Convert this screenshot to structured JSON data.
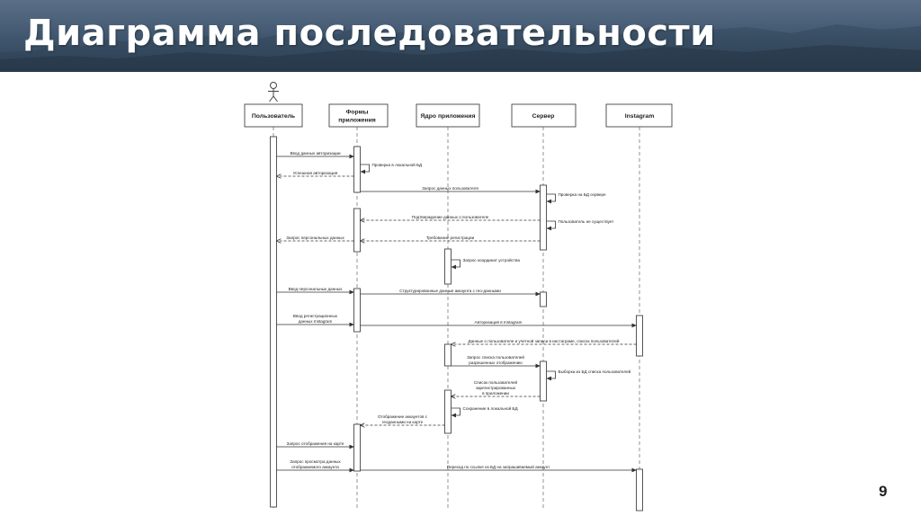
{
  "slide": {
    "title": "Диаграмма последовательности",
    "page_number": "9",
    "accent_color": "#3f556d"
  },
  "diagram": {
    "participants": [
      {
        "id": "user",
        "label": [
          "Пользователь"
        ],
        "icon": "actor-icon"
      },
      {
        "id": "forms",
        "label": [
          "Формы",
          "приложения"
        ]
      },
      {
        "id": "core",
        "label": [
          "Ядро приложения"
        ]
      },
      {
        "id": "server",
        "label": [
          "Сервер"
        ]
      },
      {
        "id": "insta",
        "label": [
          "Instagram"
        ]
      }
    ],
    "messages": [
      {
        "from": "user",
        "to": "forms",
        "type": "sync",
        "label": [
          "Ввод данных авторизации"
        ]
      },
      {
        "from": "forms",
        "to": "forms",
        "type": "self",
        "label": [
          "Проверка в локальной БД"
        ]
      },
      {
        "from": "forms",
        "to": "user",
        "type": "return",
        "label": [
          "Успешная авторизация"
        ]
      },
      {
        "from": "forms",
        "to": "server",
        "type": "sync",
        "label": [
          "Запрос данных пользователя"
        ]
      },
      {
        "from": "server",
        "to": "server",
        "type": "self",
        "label": [
          "Проверка на БД сервере"
        ]
      },
      {
        "from": "server",
        "to": "forms",
        "type": "return",
        "label": [
          "Подтверждение данных о пользователе"
        ]
      },
      {
        "from": "server",
        "to": "server",
        "type": "self",
        "label": [
          "Пользователь не существует"
        ]
      },
      {
        "from": "server",
        "to": "forms",
        "type": "return",
        "label": [
          "Требование регистрации"
        ]
      },
      {
        "from": "forms",
        "to": "user",
        "type": "return",
        "label": [
          "Запрос персональных данных"
        ]
      },
      {
        "from": "core",
        "to": "core",
        "type": "self",
        "label": [
          "Запрос координат устройства"
        ]
      },
      {
        "from": "user",
        "to": "forms",
        "type": "sync",
        "label": [
          "Ввод персональных данных"
        ]
      },
      {
        "from": "forms",
        "to": "server",
        "type": "sync",
        "label": [
          "Структурированные данные аккаунта с гео-данными"
        ]
      },
      {
        "from": "user",
        "to": "forms",
        "type": "sync",
        "label": [
          "Ввод регистрационных",
          "данных Instagram"
        ]
      },
      {
        "from": "forms",
        "to": "insta",
        "type": "sync",
        "label": [
          "Авторизация в Instagram"
        ]
      },
      {
        "from": "insta",
        "to": "core",
        "type": "return",
        "label": [
          "Данные о пользователе и учетной записи в инстаграме, список пользователей"
        ]
      },
      {
        "from": "core",
        "to": "server",
        "type": "sync",
        "label": [
          "Запрос списка пользователей",
          "разрешенных отображению"
        ]
      },
      {
        "from": "server",
        "to": "server",
        "type": "self",
        "label": [
          "Выборка из БД списка пользователей"
        ]
      },
      {
        "from": "server",
        "to": "core",
        "type": "return",
        "label": [
          "Список пользователей",
          "зарегистрированных",
          "в приложении"
        ]
      },
      {
        "from": "core",
        "to": "core",
        "type": "self",
        "label": [
          "Сохранение в локальной БД"
        ]
      },
      {
        "from": "core",
        "to": "forms",
        "type": "return",
        "label": [
          "Отображение аккаунтов с",
          "геоданными на карте"
        ]
      },
      {
        "from": "user",
        "to": "forms",
        "type": "sync",
        "label": [
          "Запрос отображения на карте"
        ]
      },
      {
        "from": "user",
        "to": "forms",
        "type": "sync",
        "label": [
          "Запрос просмотра данных",
          "отображаемого аккаунта"
        ]
      },
      {
        "from": "forms",
        "to": "insta",
        "type": "sync",
        "label": [
          "Переход по ссылке из БД на запрашиваемый аккаунт"
        ]
      }
    ]
  }
}
